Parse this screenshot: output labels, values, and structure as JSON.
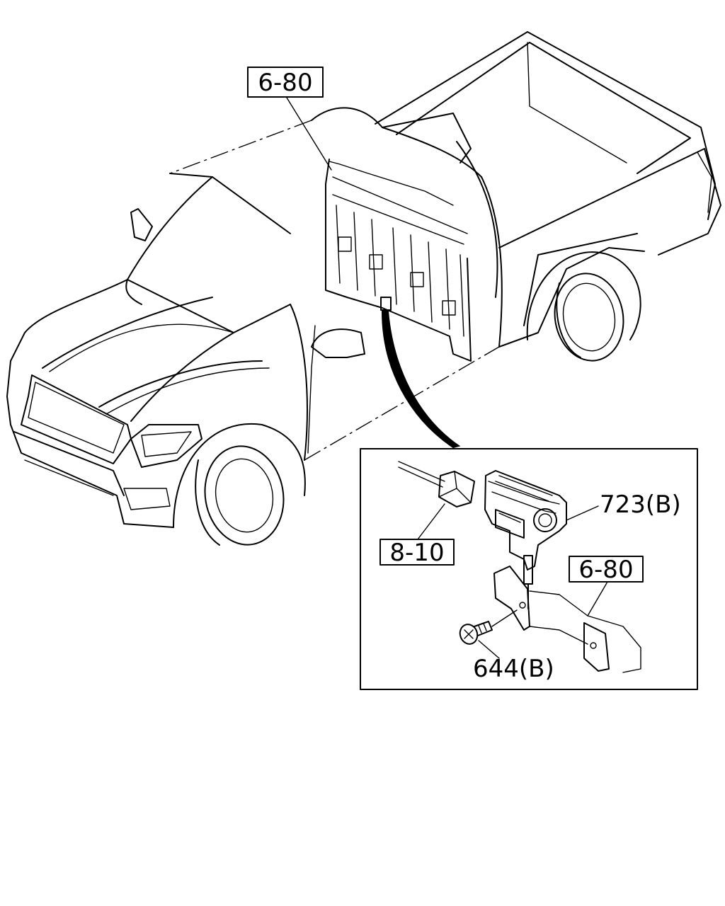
{
  "callouts": {
    "top_ref": "6-80",
    "connector_ref": "8-10",
    "bracket_ref": "6-80",
    "sensor_part": "723(B)",
    "bolt_part": "644(B)"
  },
  "colors": {
    "line": "#000000",
    "background": "#ffffff"
  }
}
